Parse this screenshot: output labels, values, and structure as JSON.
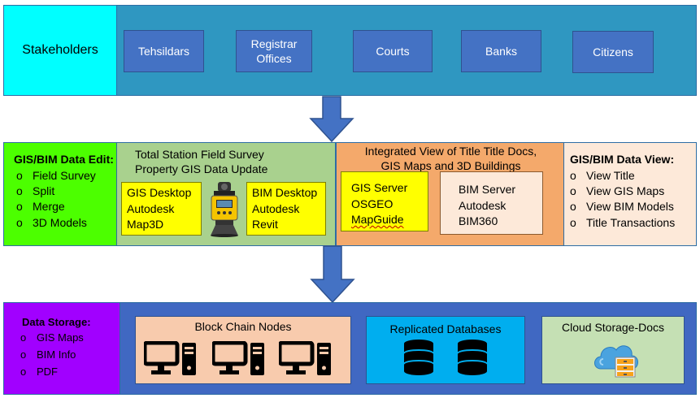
{
  "stakeholders": {
    "label": "Stakeholders",
    "items": [
      {
        "line1": "Tehsildars",
        "line2": ""
      },
      {
        "line1": "Registrar",
        "line2": "Offices"
      },
      {
        "line1": "Courts",
        "line2": ""
      },
      {
        "line1": "Banks",
        "line2": ""
      },
      {
        "line1": "Citizens",
        "line2": ""
      }
    ]
  },
  "data_edit": {
    "title": "GIS/BIM Data Edit:",
    "items": [
      "Field Survey",
      "Split",
      "Merge",
      "3D Models"
    ]
  },
  "field_survey": {
    "line1": "Total Station Field Survey",
    "line2": "Property GIS Data Update",
    "gis_desktop": [
      "GIS Desktop",
      "Autodesk",
      "Map3D"
    ],
    "bim_desktop": [
      "BIM Desktop",
      "Autodesk",
      "Revit"
    ],
    "device_icon": "total-station-icon"
  },
  "integrated_view": {
    "line1": "Integrated View of Title Title Docs,",
    "line2": "GIS Maps and 3D Buildings",
    "gis_server": [
      "GIS Server",
      "OSGEO",
      "MapGuide"
    ],
    "bim_server": [
      "BIM Server",
      "Autodesk",
      "BIM360"
    ]
  },
  "data_view": {
    "title": "GIS/BIM Data View:",
    "items": [
      "View Title",
      "View GIS Maps",
      "View BIM Models",
      "Title Transactions"
    ]
  },
  "data_storage": {
    "title": "Data Storage:",
    "items": [
      "GIS Maps",
      "BIM Info",
      "PDF"
    ],
    "blockchain": {
      "label": "Block Chain Nodes",
      "icon": "computer-icon"
    },
    "databases": {
      "label": "Replicated Databases",
      "icon": "database-icon"
    },
    "cloud": {
      "label": "Cloud Storage-Docs",
      "icon": "cloud-storage-icon"
    }
  },
  "colors": {
    "stakeholder_label": "#00ffff",
    "stakeholder_panel": "#2f97c1",
    "stakeholder_item": "#4472c4",
    "arrow": "#4472c4",
    "data_edit": "#4cff00",
    "field_survey": "#a9d18e",
    "highlight_yellow": "#ffff00",
    "integrated_view": "#f4a96b",
    "data_view": "#fde9d9",
    "data_storage": "#a100ff",
    "storage_panel": "#4068c2",
    "blockchain": "#f8cbad",
    "databases": "#00aeef",
    "cloud": "#c5e0b4"
  }
}
